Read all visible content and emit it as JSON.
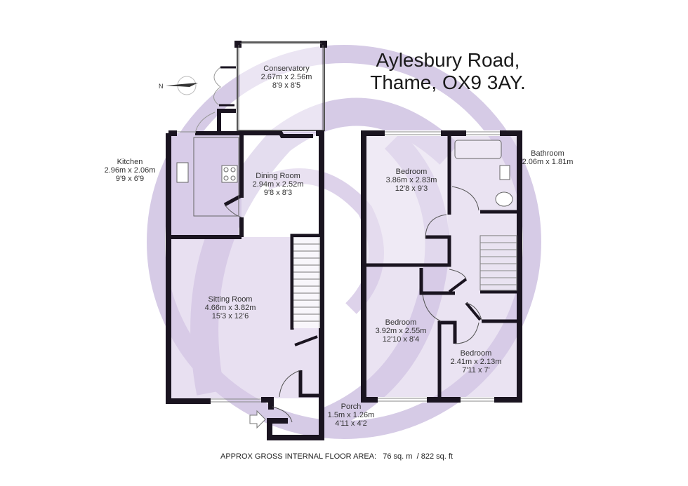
{
  "header": {
    "address_line1": "Aylesbury Road,",
    "address_line2": "Thame, OX9 3AY."
  },
  "compass": {
    "icon": "north-arrow-icon",
    "label": "N"
  },
  "rooms": {
    "conservatory": {
      "name": "Conservatory",
      "metric": "2.67m x 2.56m",
      "imperial": "8'9 x 8'5"
    },
    "kitchen": {
      "name": "Kitchen",
      "metric": "2.96m x 2.06m",
      "imperial": "9'9 x 6'9"
    },
    "dining_room": {
      "name": "Dining Room",
      "metric": "2.94m x 2.52m",
      "imperial": "9'8 x 8'3"
    },
    "sitting_room": {
      "name": "Sitting Room",
      "metric": "4.66m x 3.82m",
      "imperial": "15'3 x 12'6"
    },
    "porch": {
      "name": "Porch",
      "metric": "1.5m x 1.26m",
      "imperial": "4'11 x 4'2"
    },
    "bedroom1": {
      "name": "Bedroom",
      "metric": "3.86m x 2.83m",
      "imperial": "12'8 x 9'3"
    },
    "bathroom": {
      "name": "Bathroom",
      "metric": "2.06m x 1.81m"
    },
    "bedroom2": {
      "name": "Bedroom",
      "metric": "3.92m x 2.55m",
      "imperial": "12'10 x 8'4"
    },
    "bedroom3": {
      "name": "Bedroom",
      "metric": "2.41m x 2.13m",
      "imperial": "7'11 x 7'"
    }
  },
  "footer": {
    "area_label": "APPROX GROSS INTERNAL FLOOR AREA:",
    "area_metric": "76 sq. m",
    "separator": "/",
    "area_imperial": "822 sq. ft"
  },
  "colors": {
    "watermark": "#d9cfe8",
    "floor_fill": "#d8cce8",
    "wall": "#1a1420",
    "text": "#333333"
  }
}
